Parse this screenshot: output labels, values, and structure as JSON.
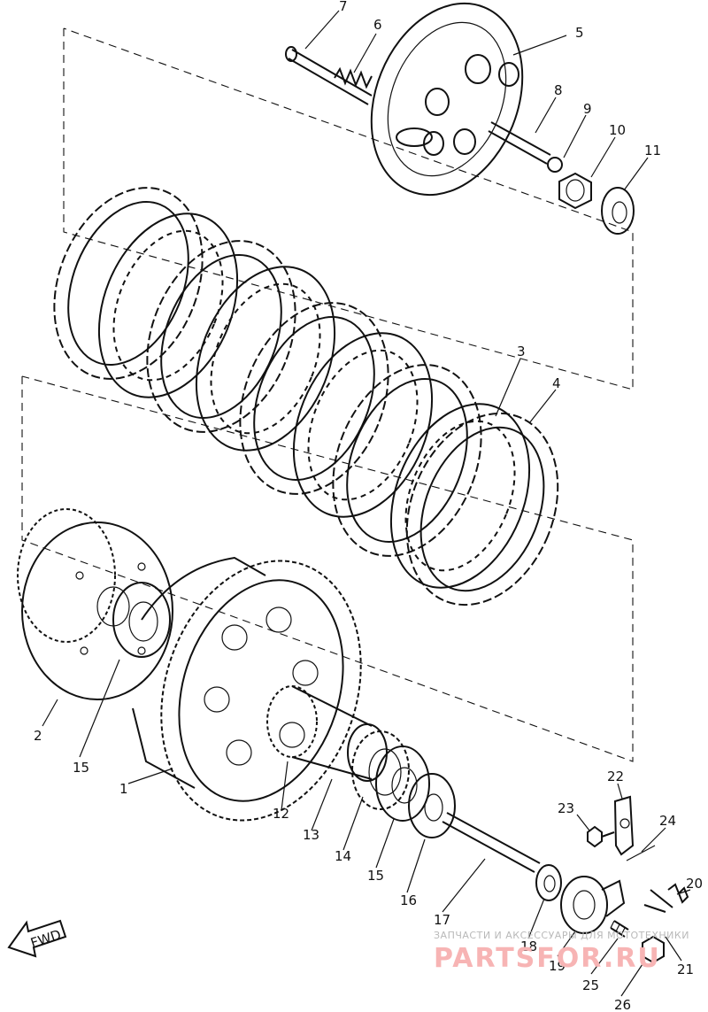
{
  "diagram": {
    "part_labels": [
      "7",
      "6",
      "5",
      "8",
      "9",
      "10",
      "11",
      "3",
      "4",
      "2",
      "15",
      "1",
      "12",
      "13",
      "14",
      "15",
      "16",
      "17",
      "18",
      "19",
      "22",
      "23",
      "24",
      "20",
      "21",
      "25",
      "26"
    ],
    "direction_arrow_label": "FWD",
    "watermark": {
      "top_line": "ЗАПЧАСТИ И АКСЕССУАРЫ ДЛЯ МОТОТЕХНИКИ",
      "brand": "PARTSFOR.RU"
    }
  }
}
